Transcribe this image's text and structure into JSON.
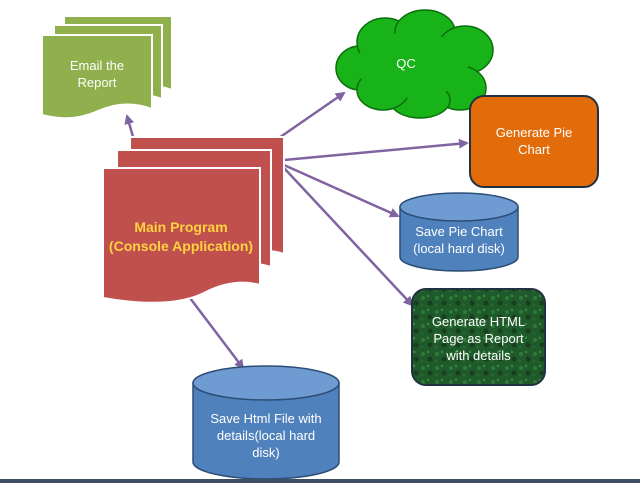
{
  "nodes": {
    "main_program": {
      "label": "Main Program\n(Console Application)"
    },
    "email_report": {
      "label": "Email the\nReport"
    },
    "qc": {
      "label": "QC"
    },
    "generate_pie_chart": {
      "label": "Generate Pie\nChart"
    },
    "save_pie_chart": {
      "label": "Save Pie Chart\n(local hard disk)"
    },
    "generate_html": {
      "label": "Generate HTML\nPage as Report\nwith details"
    },
    "save_html_file": {
      "label": "Save Html File with\ndetails(local hard\ndisk)"
    }
  },
  "colors": {
    "doc_red": "#c0504d",
    "doc_green": "#8fb04c",
    "cloud_green": "#18b318",
    "orange": "#e36c0a",
    "cylinder_blue": "#4f81bd",
    "dark_green": "#1f5a2a",
    "arrow_purple": "#8064a2",
    "main_text": "#ffd23f"
  },
  "edges": [
    {
      "from": "main_program",
      "to": "email_report"
    },
    {
      "from": "main_program",
      "to": "qc"
    },
    {
      "from": "main_program",
      "to": "generate_pie_chart"
    },
    {
      "from": "main_program",
      "to": "save_pie_chart"
    },
    {
      "from": "main_program",
      "to": "generate_html"
    },
    {
      "from": "main_program",
      "to": "save_html_file"
    }
  ]
}
